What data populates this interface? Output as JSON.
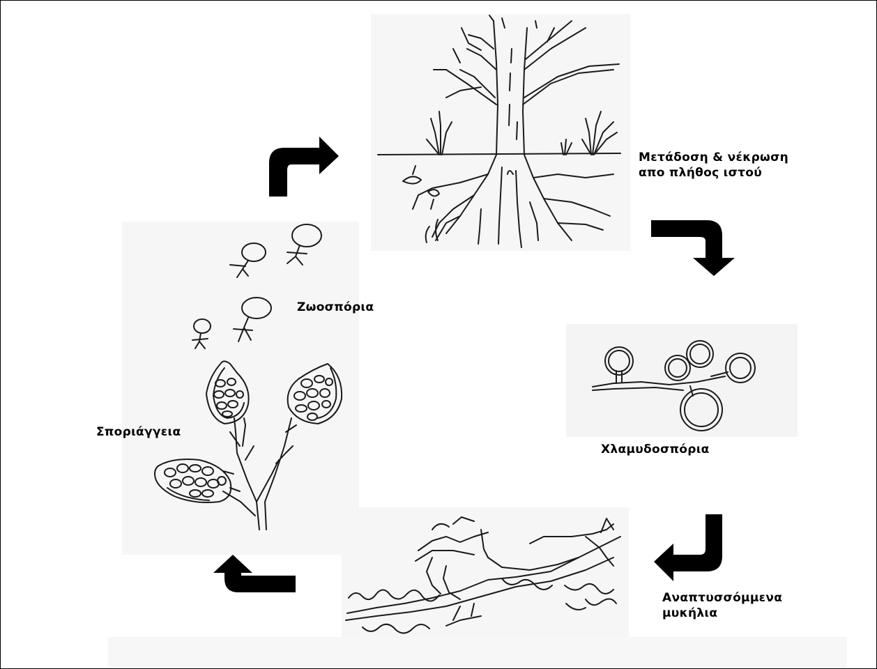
{
  "diagram": {
    "labels": {
      "transmission": [
        "Μετάδοση & νέκρωση",
        "απο πλήθος ιστού"
      ],
      "chlamydospores": "Χλαμυδοσπόρια",
      "mycelia": [
        "Αναπτυσσόμμενα",
        "μυκήλια"
      ],
      "sporangia": "Σποριάγγεια",
      "zoospores": "Ζωοσπόρια"
    },
    "colors": {
      "ink": "#1a1a1a",
      "arrow": "#000000",
      "panel": "#f4f4f4"
    },
    "arrows": [
      "up-right-arrow-icon",
      "down-right-arrow-icon",
      "left-down-arrow-icon",
      "left-up-arrow-icon"
    ]
  }
}
